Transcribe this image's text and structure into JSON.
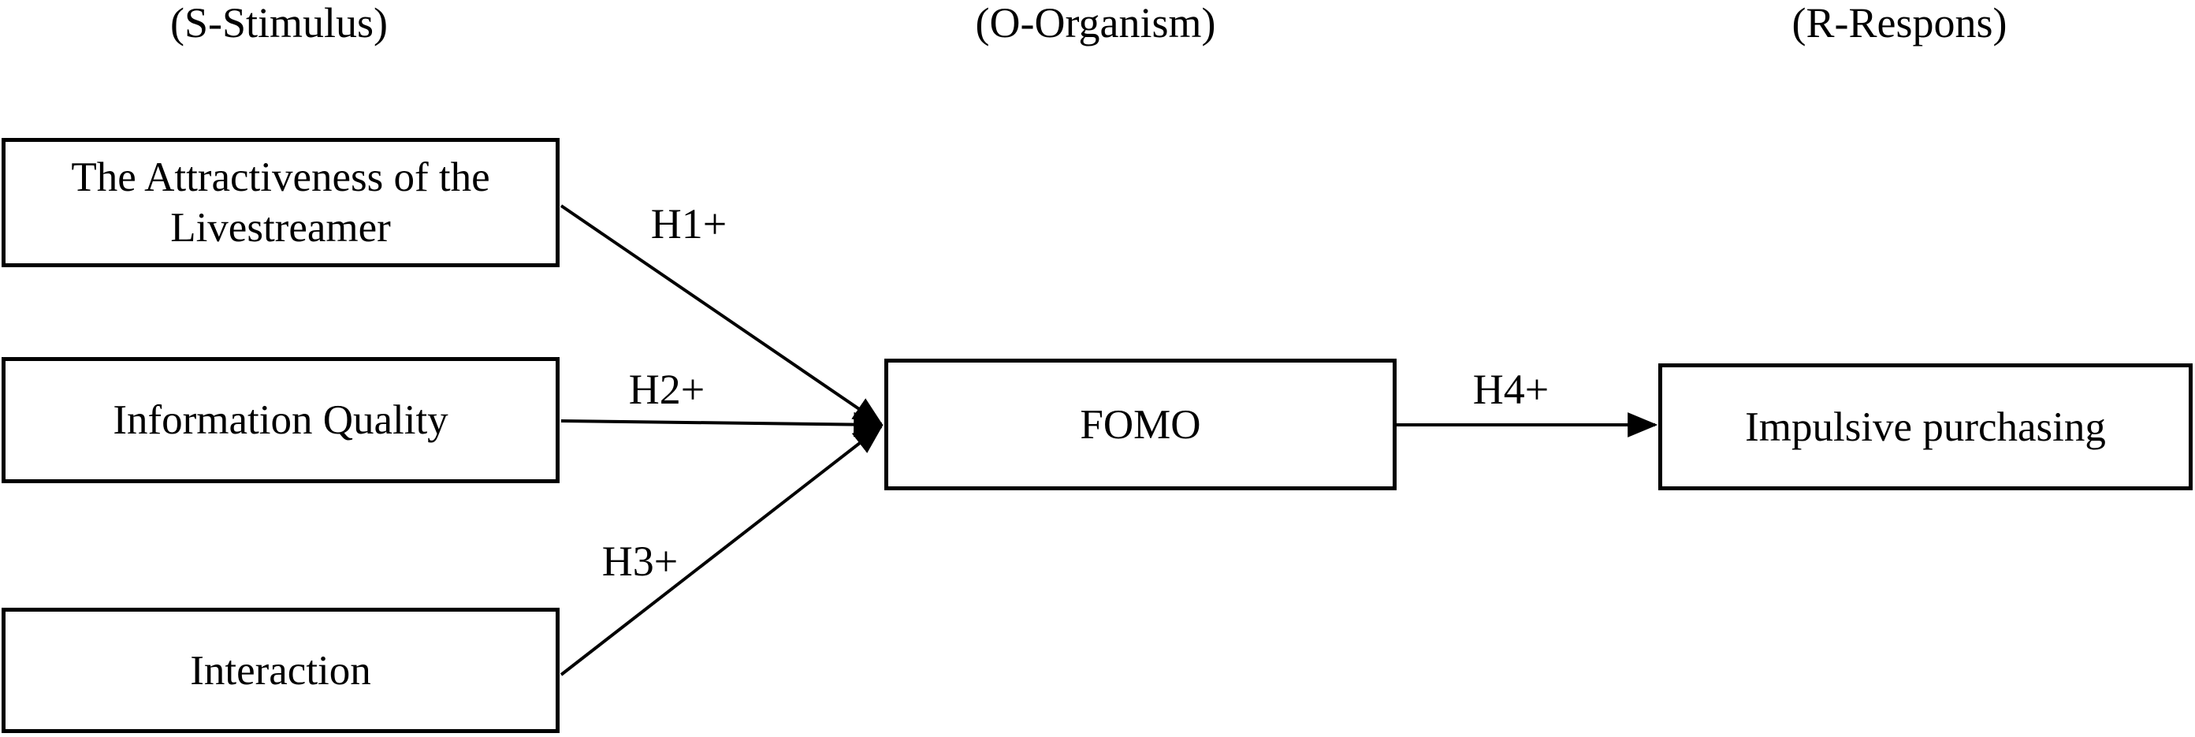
{
  "headers": {
    "stimulus": "(S-Stimulus)",
    "organism": "(O-Organism)",
    "response": "(R-Respons)"
  },
  "boxes": {
    "attractiveness": "The Attractiveness of the Livestreamer",
    "information_quality": "Information Quality",
    "interaction": "Interaction",
    "fomo": "FOMO",
    "impulsive_purchasing": "Impulsive purchasing"
  },
  "hypotheses": {
    "h1": "H1+",
    "h2": "H2+",
    "h3": "H3+",
    "h4": "H4+"
  },
  "colors": {
    "line": "#000000",
    "box_border": "#000000",
    "background": "#ffffff",
    "text": "#000000"
  }
}
